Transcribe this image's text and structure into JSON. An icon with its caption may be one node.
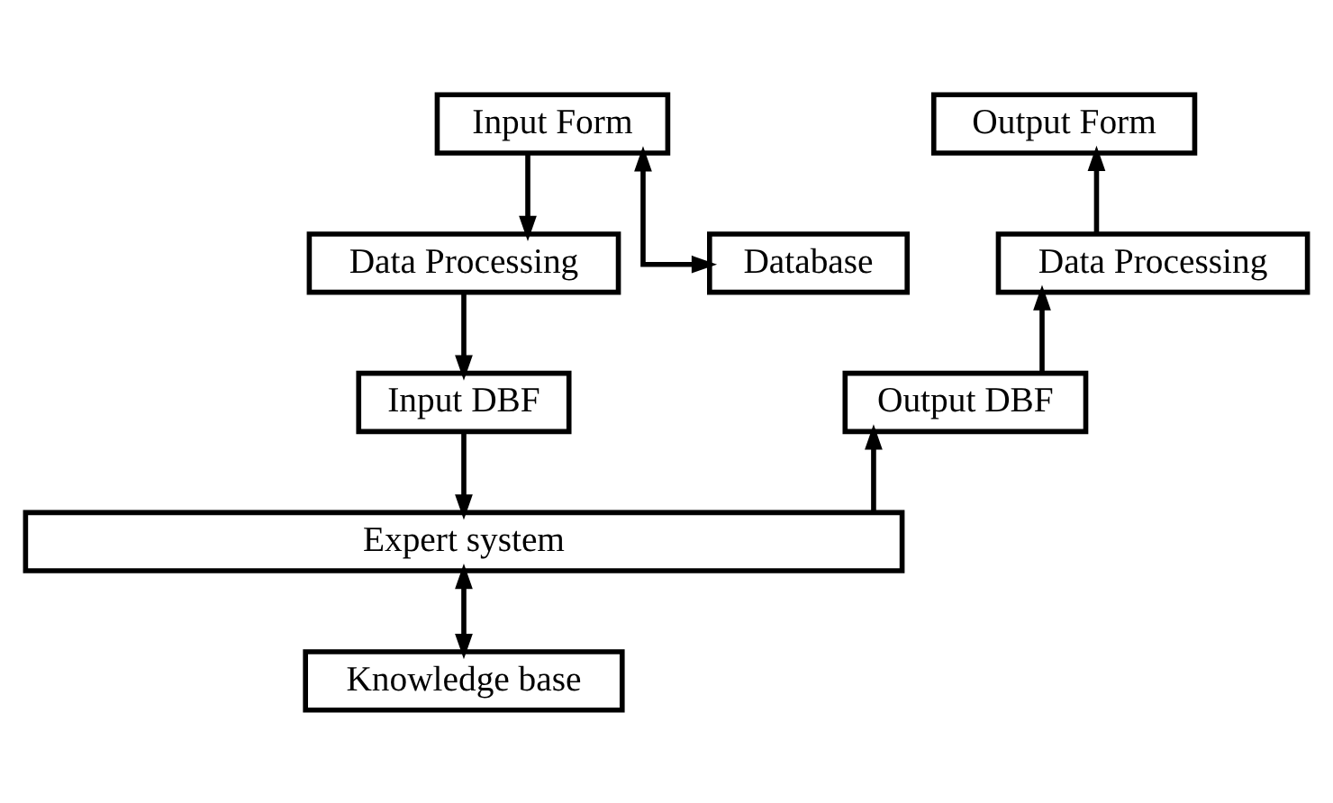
{
  "diagram": {
    "nodes": [
      {
        "text": [
          "Input Form"
        ]
      },
      {
        "text": [
          "Output Form"
        ]
      },
      {
        "text": [
          "Data Processing"
        ]
      },
      {
        "text": [
          "Data Processing"
        ]
      },
      {
        "text": [
          "Database"
        ]
      },
      {
        "text": [
          "Input DBF"
        ]
      },
      {
        "text": [
          "Output DBF"
        ]
      },
      {
        "text": [
          "Expert system"
        ]
      },
      {
        "text": [
          "Knowledge base"
        ]
      }
    ],
    "edges": [
      {
        "from": 0,
        "to": 4,
        "arrow": "both"
      },
      {
        "from": 0,
        "to": 2,
        "arrow": "to"
      },
      {
        "from": 2,
        "to": 5,
        "arrow": "to"
      },
      {
        "from": 5,
        "to": 7,
        "arrow": "to"
      },
      {
        "from": 7,
        "to": 6,
        "arrow": "to"
      },
      {
        "from": 6,
        "to": 3,
        "arrow": "to"
      },
      {
        "from": 3,
        "to": 1,
        "arrow": "to"
      },
      {
        "from": 7,
        "to": 8,
        "arrow": "both"
      }
    ]
  }
}
